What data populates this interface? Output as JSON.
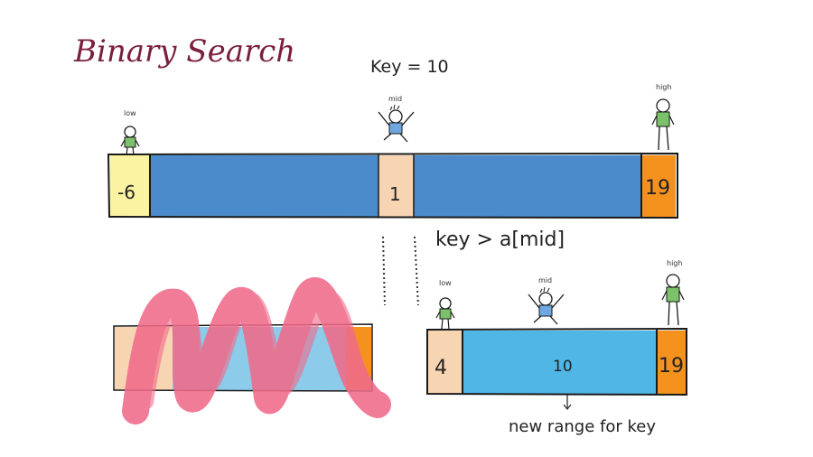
{
  "title": "Binary Search",
  "key_label": "Key = 10",
  "comparison": "key > a[mid]",
  "range_note": "new range for key",
  "labels": {
    "low": "low",
    "mid": "mid",
    "high": "high"
  },
  "top_array": {
    "low_value": "-6",
    "mid_value": "1",
    "high_value": "19"
  },
  "bottom_array": {
    "low_value": "4",
    "mid_value": "10",
    "high_value": "19"
  },
  "colors": {
    "title": "#7a1f3d",
    "dark_blue": "#4b8bcb",
    "light_blue": "#4fb6e6",
    "pale_blue": "#8ccbea",
    "yellow": "#fbf3a2",
    "peach": "#f7d5b3",
    "orange": "#f5921e",
    "scribble": "#f06b8a",
    "stroke": "#1a1a1a"
  }
}
